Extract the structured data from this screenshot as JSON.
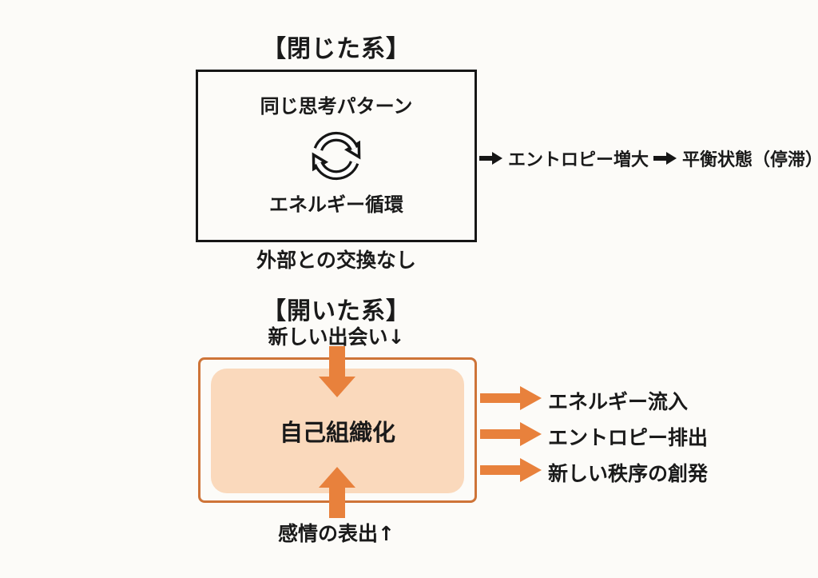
{
  "page": {
    "background": "#fcfbf8"
  },
  "colors": {
    "ink": "#1a1a1a",
    "orange_arrow": "#e8813c",
    "orange_border": "#ce7438",
    "peach_fill": "#fad9bc"
  },
  "closed_system": {
    "title": "【閉じた系】",
    "box": {
      "top_label": "同じ思考パターン",
      "icon": "cycle-arrows-icon",
      "bottom_label": "エネルギー循環"
    },
    "caption": "外部との交換なし",
    "flow": {
      "step1": "エントロピー増大",
      "step2": "平衡状態（停滞）"
    }
  },
  "open_system": {
    "title": "【開いた系】",
    "input_label": "新しい出会い↓",
    "box_label": "自己組織化",
    "outputs": [
      "エネルギー流入",
      "エントロピー排出",
      "新しい秩序の創発"
    ],
    "bottom_label": "感情の表出↑"
  }
}
